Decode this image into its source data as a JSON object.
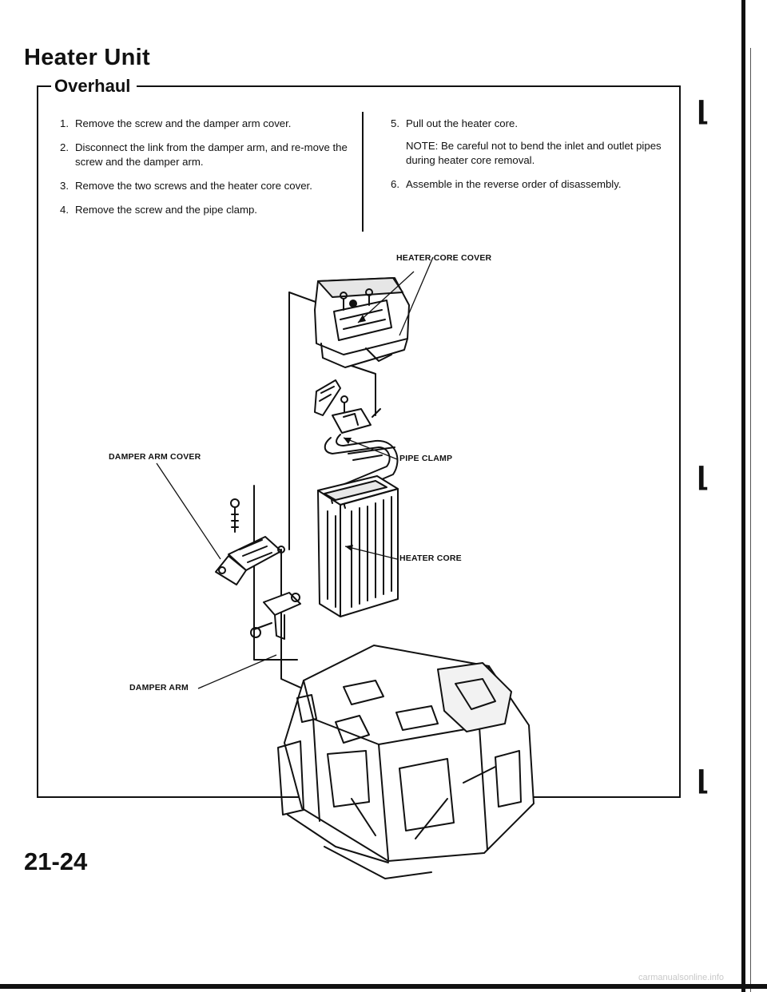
{
  "header": {
    "title": "Heater Unit",
    "section": "Overhaul"
  },
  "steps_left": [
    {
      "num": "1.",
      "text": "Remove the screw and the damper arm cover."
    },
    {
      "num": "2.",
      "text": "Disconnect the link from the damper arm, and re-move the screw and the damper arm."
    },
    {
      "num": "3.",
      "text": "Remove the two screws and the heater core cover."
    },
    {
      "num": "4.",
      "text": "Remove the screw and the pipe clamp."
    }
  ],
  "steps_right": [
    {
      "num": "5.",
      "text": "Pull out the heater core.",
      "note": "NOTE: Be careful not to bend the inlet and outlet pipes during heater core removal."
    },
    {
      "num": "6.",
      "text": "Assemble in the reverse order of disassembly."
    }
  ],
  "callouts": {
    "heater_core_cover": "HEATER CORE COVER",
    "damper_arm_cover": "DAMPER ARM COVER",
    "pipe_clamp": "PIPE CLAMP",
    "heater_core": "HEATER CORE",
    "damper_arm": "DAMPER ARM"
  },
  "footer": {
    "page_number": "21-24",
    "watermark": "carmanualsonline.info"
  }
}
